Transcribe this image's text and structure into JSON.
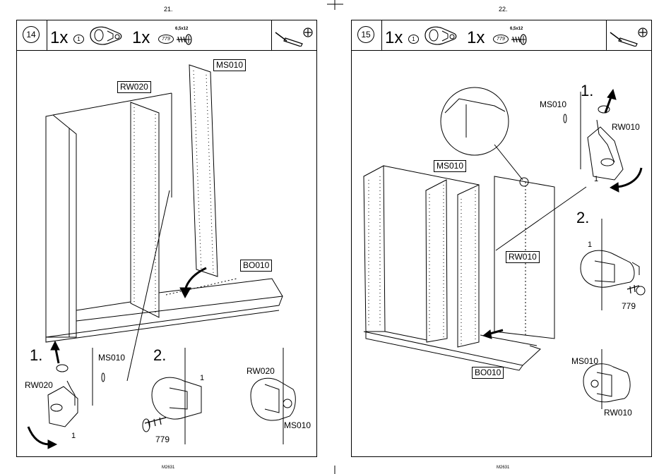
{
  "left": {
    "page_number": "21.",
    "footer": "M2631",
    "step": "14",
    "qty1": "1x",
    "part1": "1",
    "qty2": "1x",
    "part2": "779",
    "screw_size": "6,5x12",
    "labels": {
      "rw020_top": "RW020",
      "ms010_top": "MS010",
      "bo010": "BO010",
      "step1": "1.",
      "step2": "2.",
      "ms010_detail": "MS010",
      "rw020_detail": "RW020",
      "num1_a": "1",
      "num1_b": "1",
      "num779": "779",
      "rw020_right": "RW020",
      "ms010_right": "MS010"
    }
  },
  "right": {
    "page_number": "22.",
    "footer": "M2631",
    "step": "15",
    "qty1": "1x",
    "part1": "1",
    "qty2": "1x",
    "part2": "779",
    "screw_size": "6,5x12",
    "labels": {
      "step1": "1.",
      "ms010_a": "MS010",
      "rw010_a": "RW010",
      "num1_a": "1",
      "ms010_box": "MS010",
      "step2": "2.",
      "num1_b": "1",
      "rw010_box": "RW010",
      "num779": "779",
      "bo010": "BO010",
      "ms010_b": "MS010",
      "rw010_b": "RW010"
    }
  }
}
